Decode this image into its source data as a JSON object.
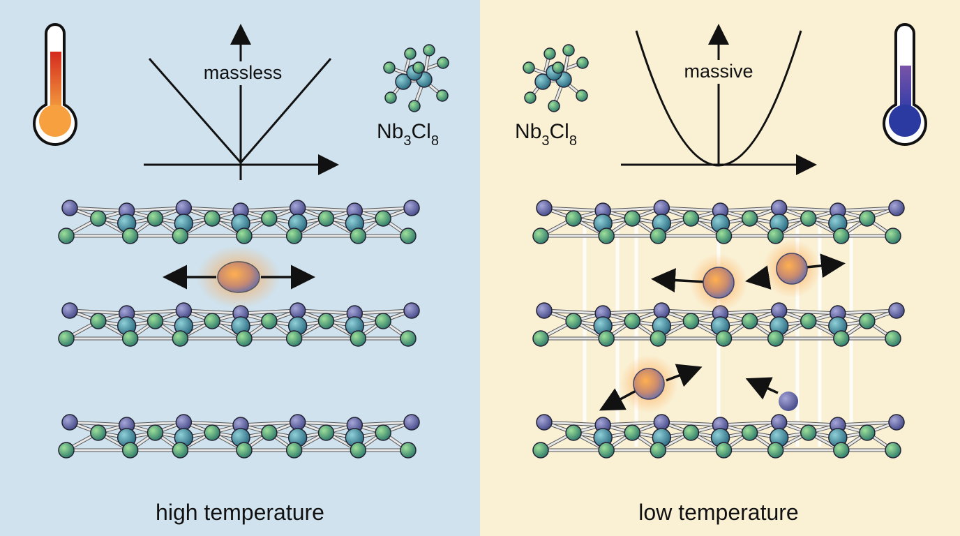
{
  "left_panel": {
    "dispersion_label": "massless",
    "formula": {
      "main": "Nb",
      "sub1": "3",
      "mid": "Cl",
      "sub2": "8"
    },
    "caption": "high temperature",
    "background": "#cfe2ee",
    "thermometer_fill": "#e8582a"
  },
  "right_panel": {
    "dispersion_label": "massive",
    "formula": {
      "main": "Nb",
      "sub1": "3",
      "mid": "Cl",
      "sub2": "8"
    },
    "caption": "low temperature",
    "background": "#faf1d5",
    "thermometer_fill": "#4a3aa0"
  },
  "colors": {
    "nb_atom": "#3f8e9e",
    "cl_atom": "#4ea86a",
    "purple_atom": "#6a6aa8",
    "particle": "#f0a050"
  }
}
